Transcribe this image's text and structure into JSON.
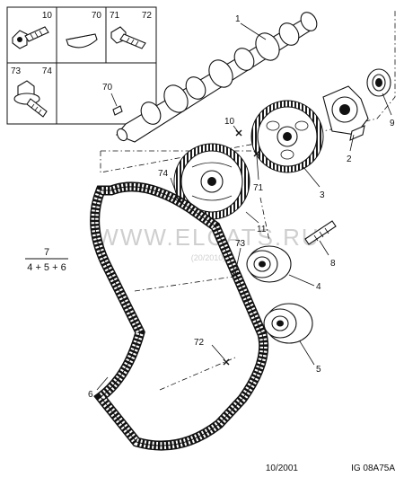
{
  "watermark": {
    "main": "WWW.ELCATS.RU",
    "sub": "(20/2010)"
  },
  "inset": {
    "top_left": "10",
    "top_middle": "70",
    "top_right_a": "71",
    "top_right_b": "72",
    "bottom_left_a": "73",
    "bottom_left_b": "74"
  },
  "formula": {
    "numerator": "7",
    "denominator": "4 + 5 + 6"
  },
  "callouts": {
    "c1": "1",
    "c2": "2",
    "c3": "3",
    "c4": "4",
    "c5": "5",
    "c6": "6",
    "c8": "8",
    "c9": "9",
    "c10": "10",
    "c11": "11",
    "c70": "70",
    "c71": "71",
    "c72": "72",
    "c73": "73",
    "c74": "74"
  },
  "footer": {
    "date": "10/2001",
    "code": "IG 08A75A"
  }
}
